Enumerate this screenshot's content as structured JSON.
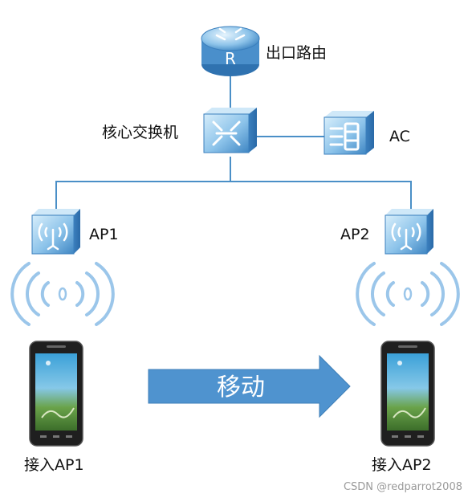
{
  "labels": {
    "router": "出口路由",
    "router_letter": "R",
    "core_switch": "核心交换机",
    "ac": "AC",
    "ap1": "AP1",
    "ap2": "AP2",
    "phone1": "接入AP1",
    "phone2": "接入AP2",
    "move": "移动"
  },
  "watermark": "CSDN @redparrot2008",
  "colors": {
    "link": "#4a8fc7",
    "device_light": "#bfe0f5",
    "device_dark": "#4f97d1",
    "wifi": "#9bc6ea",
    "arrow": "#4f93cf"
  }
}
